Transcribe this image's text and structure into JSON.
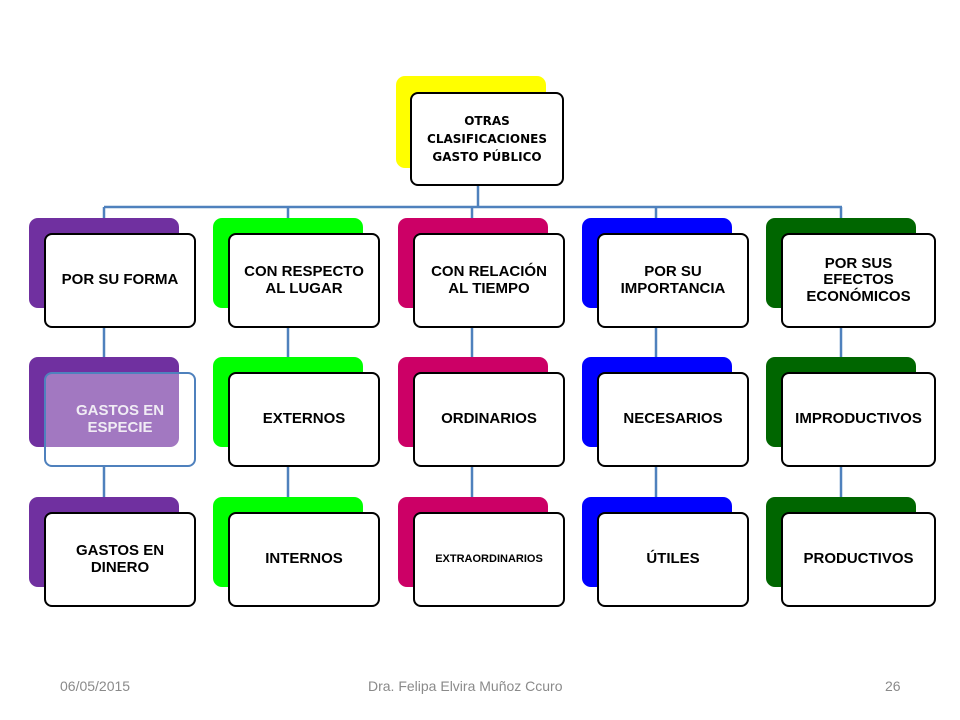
{
  "root": {
    "line1": "OTRAS CLASIFICACIONES",
    "line2": "GASTO PÚBLICO",
    "accent_color": "#ffff00"
  },
  "columns": [
    {
      "title": "POR SU FORMA",
      "accent_color": "#7030a0",
      "items": [
        "GASTOS EN ESPECIE",
        "GASTOS EN DINERO"
      ]
    },
    {
      "title": "CON RESPECTO AL LUGAR",
      "accent_color": "#00ff00",
      "items": [
        "EXTERNOS",
        "INTERNOS"
      ]
    },
    {
      "title": "CON RELACIÓN AL TIEMPO",
      "accent_color": "#cc0066",
      "items": [
        "ORDINARIOS",
        "EXTRAORDINARIOS"
      ]
    },
    {
      "title": "POR SU IMPORTANCIA",
      "accent_color": "#0000ff",
      "items": [
        "NECESARIOS",
        "ÚTILES"
      ]
    },
    {
      "title": "POR SUS EFECTOS ECONÓMICOS",
      "accent_color": "#006600",
      "items": [
        "IMPRODUCTIVOS",
        "PRODUCTIVOS"
      ]
    }
  ],
  "connector_color": "#4f81bd",
  "footer": {
    "date": "06/05/2015",
    "author": "Dra. Felipa Elvira Muñoz Ccuro",
    "page": "26"
  }
}
